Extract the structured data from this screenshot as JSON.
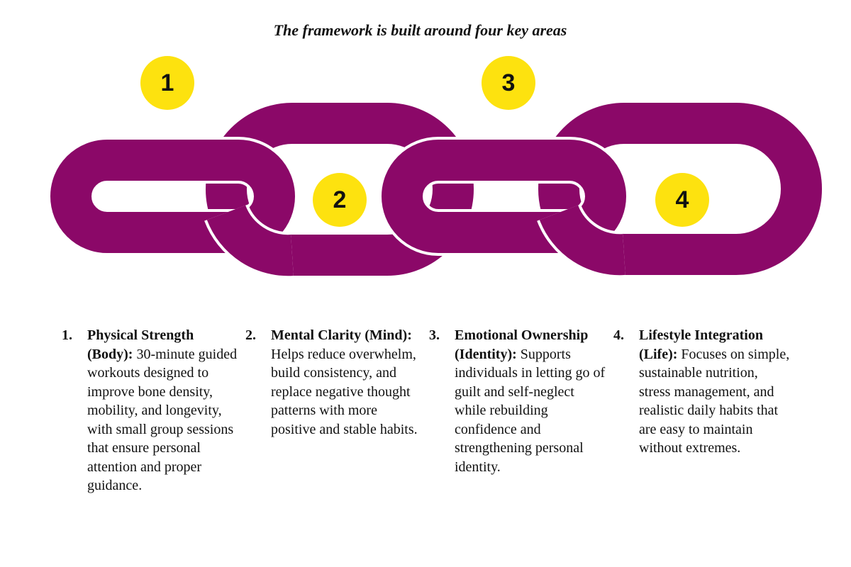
{
  "title": "The framework is built around four key areas",
  "colors": {
    "link": "#8B0868",
    "badge": "#FDE20F",
    "text": "#111111",
    "background": "#FFFFFF"
  },
  "areas": [
    {
      "badge": "1",
      "number": "1.",
      "heading": "Physical Strength (Body):",
      "text": " 30-minute guided workouts designed to improve bone density, mobility, and longevity, with small group sessions that ensure personal attention and proper guidance."
    },
    {
      "badge": "2",
      "number": "2.",
      "heading": "Mental Clarity (Mind):",
      "text": " Helps reduce overwhelm, build consistency, and replace negative thought patterns with more positive and stable habits."
    },
    {
      "badge": "3",
      "number": "3.",
      "heading": "Emotional Ownership (Identity):",
      "text": " Supports individuals in letting go of guilt and self-neglect while rebuilding confidence and strengthening personal identity."
    },
    {
      "badge": "4",
      "number": "4.",
      "heading": "Lifestyle Integration (Life):",
      "text": " Focuses on simple, sustainable nutrition, stress management, and realistic daily habits that are easy to maintain without extremes."
    }
  ]
}
